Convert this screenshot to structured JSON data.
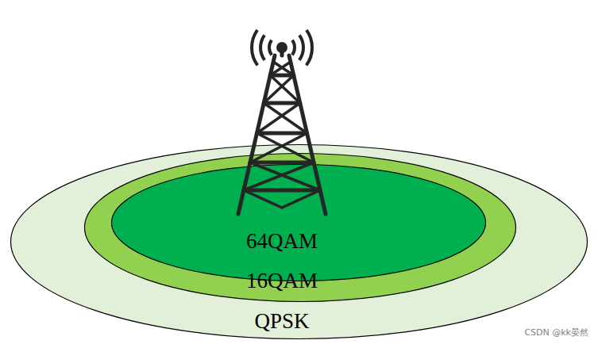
{
  "diagram": {
    "nodes": [
      {
        "text": [
          "QPSK"
        ]
      },
      {
        "text": [
          "16QAM"
        ],
        "in": 0
      },
      {
        "text": [
          "64QAM"
        ],
        "in": 1
      }
    ],
    "labels": [
      "CSDN @kk晏然"
    ]
  }
}
